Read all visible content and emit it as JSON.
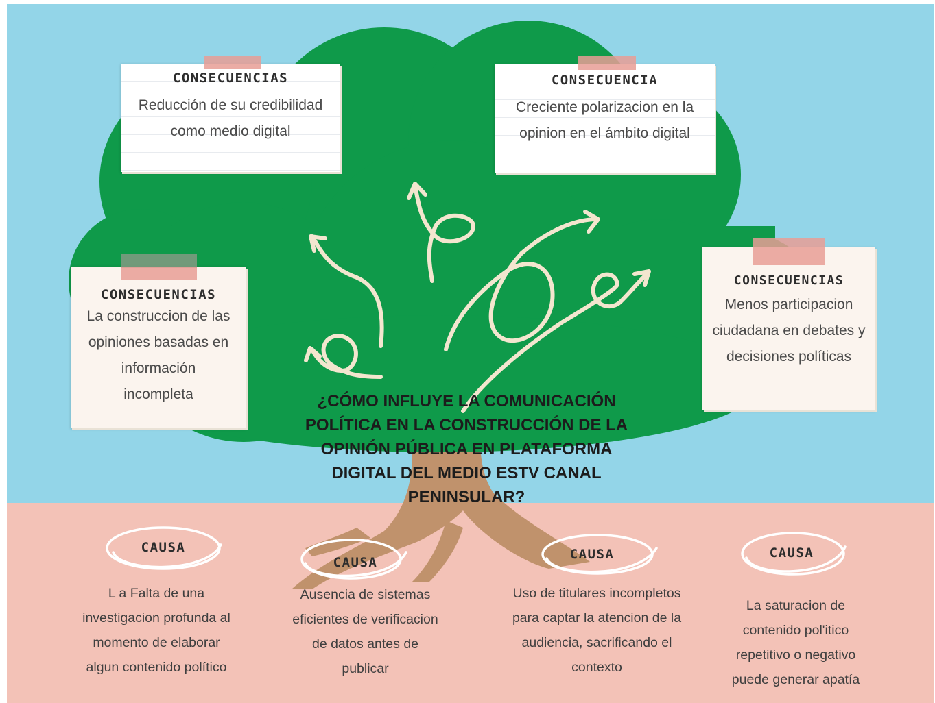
{
  "consequences": [
    {
      "heading": "CONSECUENCIAS",
      "lines": [
        "Reducción de su credibilidad",
        "como medio digital"
      ]
    },
    {
      "heading": "CONSECUENCIA",
      "lines": [
        "Creciente polarizacion en la",
        "opinion en el ámbito digital"
      ]
    },
    {
      "heading": "CONSECUENCIAS",
      "lines": [
        "La construccion de las",
        "opiniones basadas en",
        "información",
        "incompleta"
      ]
    },
    {
      "heading": "CONSECUENCIAS",
      "lines": [
        "Menos participacion",
        "ciudadana en debates y",
        "decisiones políticas"
      ]
    }
  ],
  "question": {
    "lines": [
      "¿CÓMO INFLUYE LA COMUNICACIÓN",
      "POLÍTICA EN LA CONSTRUCCIÓN DE LA",
      "OPINIÓN PÚBLICA EN PLATAFORMA",
      "DIGITAL DEL MEDIO ESTV CANAL",
      "PENINSULAR?"
    ]
  },
  "causes": [
    {
      "label": "CAUSA",
      "lines": [
        "L a Falta de una",
        "investigacion profunda al",
        "momento de elaborar",
        "algun contenido político"
      ]
    },
    {
      "label": "CAUSA",
      "lines": [
        "Ausencia de sistemas",
        "eficientes de verificacion",
        "de datos antes de",
        "publicar"
      ]
    },
    {
      "label": "CAUSA",
      "lines": [
        "Uso de titulares incompletos",
        "para captar la atencion de la",
        "audiencia, sacrificando el",
        "contexto"
      ]
    },
    {
      "label": "CAUSA",
      "lines": [
        "La saturacion de",
        "contenido pol'itico",
        "repetitivo o negativo",
        "puede generar apatía"
      ]
    }
  ],
  "colors": {
    "sky": "#93d5e8",
    "ground": "#f3c2b7",
    "canopy": "#0f9a4a",
    "trunk": "#c0926c",
    "arrows": "#f3e6cf",
    "tape": "#e79e95"
  }
}
